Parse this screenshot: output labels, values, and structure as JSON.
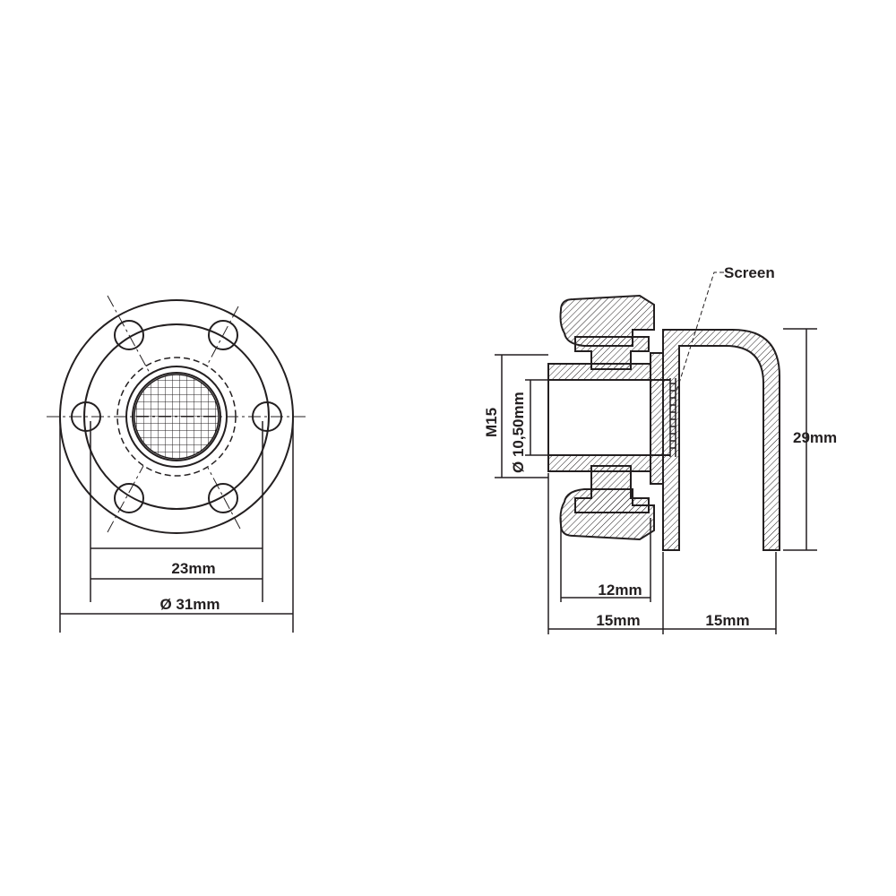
{
  "front_view": {
    "dim_bolt_circle": "23mm",
    "dim_outer_diameter": "Ø 31mm"
  },
  "side_view": {
    "label_screen": "Screen",
    "dim_thread": "M15",
    "dim_bore": "Ø 10,50mm",
    "dim_height": "29mm",
    "dim_nut_length": "12mm",
    "dim_body_length": "15mm",
    "dim_cap_length": "15mm"
  },
  "colors": {
    "line": "#231f20",
    "background": "#ffffff"
  }
}
